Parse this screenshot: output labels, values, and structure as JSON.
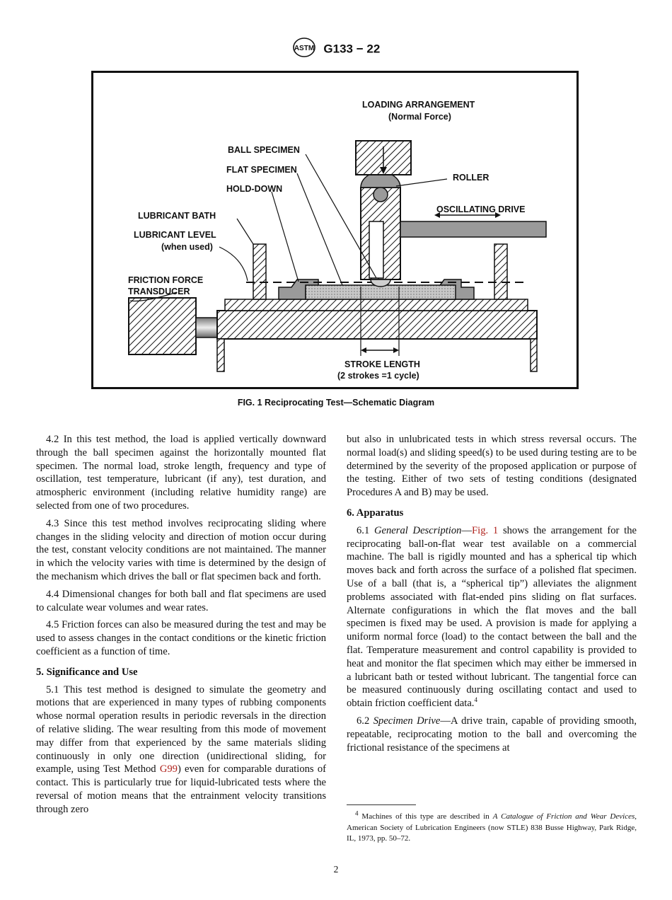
{
  "header": {
    "logo_text": "ASTM",
    "designation": "G133 − 22"
  },
  "figure": {
    "labels": {
      "loading_arrangement": "LOADING ARRANGEMENT",
      "normal_force": "(Normal Force)",
      "ball_specimen": "BALL SPECIMEN",
      "flat_specimen": "FLAT SPECIMEN",
      "hold_down": "HOLD-DOWN",
      "roller": "ROLLER",
      "oscillating_drive": "OSCILLATING DRIVE",
      "lubricant_bath": "LUBRICANT BATH",
      "lubricant_level": "LUBRICANT LEVEL",
      "when_used": "(when used)",
      "friction_force": "FRICTION FORCE",
      "transducer": "TRANSDUCER",
      "stroke_length": "STROKE LENGTH",
      "strokes_cycle": "(2 strokes =1 cycle)"
    },
    "caption": "FIG. 1 Reciprocating Test—Schematic Diagram"
  },
  "left_column": {
    "p4_2": "4.2 In this test method, the load is applied vertically downward through the ball specimen against the horizontally mounted flat specimen. The normal load, stroke length, frequency and type of oscillation, test temperature, lubricant (if any), test duration, and atmospheric environment (including relative humidity range) are selected from one of two procedures.",
    "p4_3": "4.3 Since this test method involves reciprocating sliding where changes in the sliding velocity and direction of motion occur during the test, constant velocity conditions are not maintained. The manner in which the velocity varies with time is determined by the design of the mechanism which drives the ball or flat specimen back and forth.",
    "p4_4": "4.4 Dimensional changes for both ball and flat specimens are used to calculate wear volumes and wear rates.",
    "p4_5": "4.5 Friction forces can also be measured during the test and may be used to assess changes in the contact conditions or the kinetic friction coefficient as a function of time.",
    "h5": "5. Significance and Use",
    "p5_1_a": "5.1 This test method is designed to simulate the geometry and motions that are experienced in many types of rubbing components whose normal operation results in periodic reversals in the direction of relative sliding. The wear resulting from this mode of movement may differ from that experienced by the same materials sliding continuously in only one direction (unidirectional sliding, for example, using Test Method ",
    "p5_1_link": "G99",
    "p5_1_b": ") even for comparable durations of contact. This is particularly true for liquid-lubricated tests where the reversal of motion means that the entrainment velocity transitions through zero"
  },
  "right_column": {
    "p5_1_cont": "but also in unlubricated tests in which stress reversal occurs. The normal load(s) and sliding speed(s) to be used during testing are to be determined by the severity of the proposed application or purpose of the testing. Either of two sets of testing conditions (designated Procedures A and B) may be used.",
    "h6": "6. Apparatus",
    "p6_1_num": "6.1 ",
    "p6_1_title": "General Description",
    "p6_1_dash": "—",
    "p6_1_link": "Fig. 1",
    "p6_1_body": " shows the arrangement for the reciprocating ball-on-flat wear test available on a commercial machine. The ball is rigidly mounted and has a spherical tip which moves back and forth across the surface of a polished flat specimen. Use of a ball (that is, a “spherical tip”) alleviates the alignment problems associated with flat-ended pins sliding on flat surfaces. Alternate configurations in which the flat moves and the ball specimen is fixed may be used. A provision is made for applying a uniform normal force (load) to the contact between the ball and the flat. Temperature measurement and control capability is provided to heat and monitor the flat specimen which may either be immersed in a lubricant bath or tested without lubricant. The tangential force can be measured continuously during oscillating contact and used to obtain friction coefficient data.",
    "p6_1_fnref": "4",
    "p6_2_num": "6.2 ",
    "p6_2_title": "Specimen Drive",
    "p6_2_body": "—A drive train, capable of providing smooth, repeatable, reciprocating motion to the ball and overcoming the frictional resistance of the specimens at"
  },
  "footnote": {
    "mark": "4",
    "text_a": " Machines of this type are described in ",
    "title": "A Catalogue of Friction and Wear Devices",
    "text_b": ", American Society of Lubrication Engineers (now STLE) 838 Busse Highway, Park Ridge, IL, 1973, pp. 50–72."
  },
  "page_number": "2"
}
